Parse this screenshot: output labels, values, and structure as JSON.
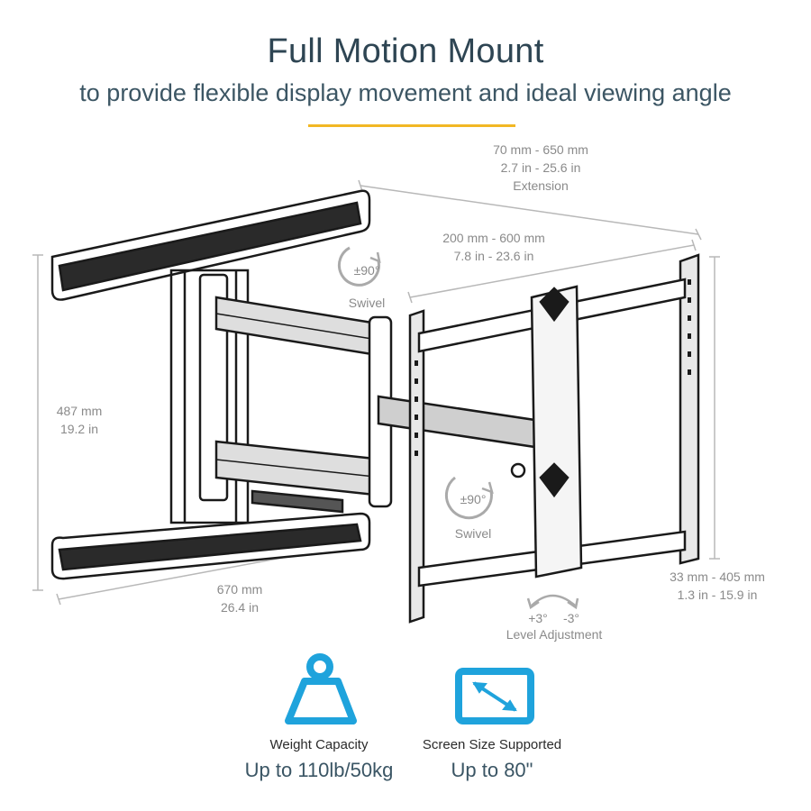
{
  "header": {
    "title": "Full Motion Mount",
    "subtitle": "to provide flexible display movement and ideal viewing angle"
  },
  "dimensions": {
    "extension": {
      "metric": "70 mm - 650 mm",
      "imperial": "2.7 in - 25.6 in",
      "label": "Extension"
    },
    "vesa_horizontal": {
      "metric": "200 mm - 600 mm",
      "imperial": "7.8 in - 23.6 in"
    },
    "height": {
      "metric": "487 mm",
      "imperial": "19.2 in"
    },
    "width": {
      "metric": "670 mm",
      "imperial": "26.4 in"
    },
    "vertical_range": {
      "metric": "33 mm - 405 mm",
      "imperial": "1.3 in - 15.9 in"
    }
  },
  "swivel_top": {
    "angle": "±90°",
    "label": "Swivel"
  },
  "swivel_bottom": {
    "angle": "±90°",
    "label": "Swivel"
  },
  "level": {
    "plus": "+3°",
    "minus": "-3°",
    "label": "Level Adjustment"
  },
  "features": [
    {
      "icon": "weight-icon",
      "label": "Weight Capacity",
      "value": "Up to 110lb/50kg"
    },
    {
      "icon": "screen-size-icon",
      "label": "Screen Size Supported",
      "value": "Up to 80\""
    }
  ],
  "colors": {
    "accent_yellow": "#f2b724",
    "icon_blue": "#1fa3dc",
    "title_text": "#2e4553",
    "dimension_gray": "#8a8a8a"
  }
}
